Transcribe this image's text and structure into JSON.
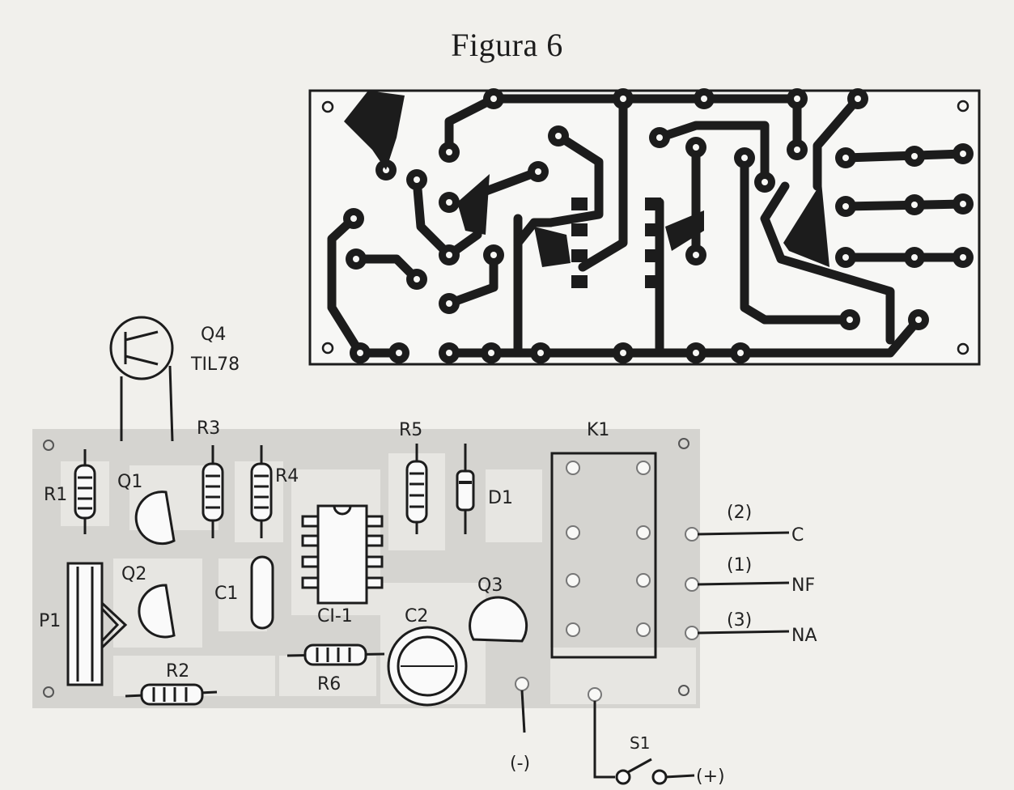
{
  "figure": {
    "title": "Figura 6"
  },
  "components": {
    "q4": "Q4",
    "q4_part": "TIL78",
    "r1": "R1",
    "r2": "R2",
    "r3": "R3",
    "r4": "R4",
    "r5": "R5",
    "r6": "R6",
    "q1": "Q1",
    "q2": "Q2",
    "q3": "Q3",
    "c1": "C1",
    "c2": "C2",
    "ci1": "CI-1",
    "d1": "D1",
    "p1": "P1",
    "k1": "K1",
    "s1": "S1"
  },
  "terminals": {
    "c_num": "(2)",
    "c_label": "C",
    "nf_num": "(1)",
    "nf_label": "NF",
    "na_num": "(3)",
    "na_label": "NA",
    "negative": "(-)",
    "positive": "(+)"
  },
  "colors": {
    "ink": "#1c1c1c",
    "board_gray": "#cfcfcc",
    "paper": "#f1f0ec"
  }
}
